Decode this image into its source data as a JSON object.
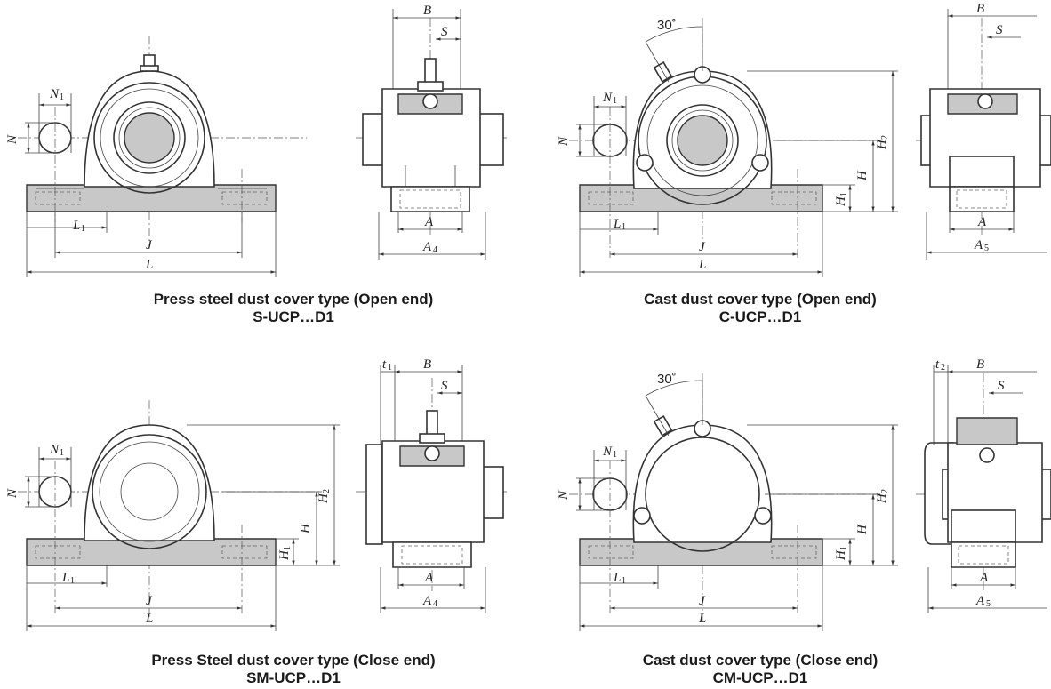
{
  "figures": [
    {
      "id": "s-ucp",
      "caption_line1": "Press steel dust cover type (Open end)",
      "caption_line2": "S-UCP…D1",
      "front_labels": {
        "N1": "N",
        "N1_sub": "1",
        "N": "N",
        "L1": "L",
        "L1_sub": "1",
        "J": "J",
        "L": "L"
      },
      "side_labels": {
        "B": "B",
        "S": "S",
        "A": "A",
        "A4": "A",
        "A4_sub": "4"
      }
    },
    {
      "id": "c-ucp",
      "caption_line1": "Cast dust cover type (Open end)",
      "caption_line2": "C-UCP…D1",
      "angle": "30˚",
      "front_labels": {
        "N1": "N",
        "N1_sub": "1",
        "N": "N",
        "L1": "L",
        "L1_sub": "1",
        "J": "J",
        "L": "L",
        "H": "H",
        "H1": "H",
        "H1_sub": "1",
        "H2": "H",
        "H2_sub": "2"
      },
      "side_labels": {
        "B": "B",
        "S": "S",
        "A": "A",
        "A5": "A",
        "A5_sub": "5"
      }
    },
    {
      "id": "sm-ucp",
      "caption_line1": "Press Steel dust cover type (Close end)",
      "caption_line2": "SM-UCP…D1",
      "front_labels": {
        "N1": "N",
        "N1_sub": "1",
        "N": "N",
        "L1": "L",
        "L1_sub": "1",
        "J": "J",
        "L": "L",
        "H": "H",
        "H1": "H",
        "H1_sub": "1",
        "H2": "H",
        "H2_sub": "2"
      },
      "side_labels": {
        "t1": "t",
        "t1_sub": "1",
        "B": "B",
        "S": "S",
        "A": "A",
        "A4": "A",
        "A4_sub": "4"
      }
    },
    {
      "id": "cm-ucp",
      "caption_line1": "Cast dust cover type (Close end)",
      "caption_line2": "CM-UCP…D1",
      "angle": "30˚",
      "front_labels": {
        "N1": "N",
        "N1_sub": "1",
        "N": "N",
        "L1": "L",
        "L1_sub": "1",
        "J": "J",
        "L": "L",
        "H": "H",
        "H1": "H",
        "H1_sub": "1",
        "H2": "H",
        "H2_sub": "2"
      },
      "side_labels": {
        "t2": "t",
        "t2_sub": "2",
        "B": "B",
        "S": "S",
        "A": "A",
        "A5": "A",
        "A5_sub": "5"
      }
    }
  ]
}
